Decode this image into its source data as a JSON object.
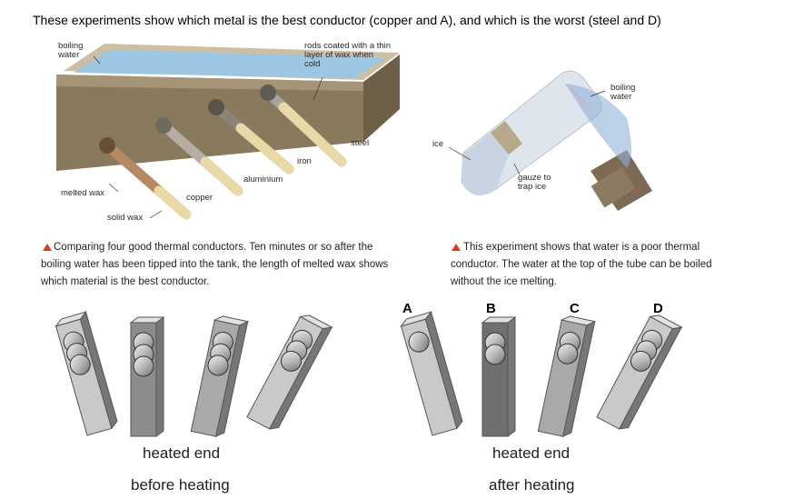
{
  "heading": "These experiments show which metal is the best conductor (copper and A), and which is the worst (steel and D)",
  "tank": {
    "labels": {
      "boiling_water": "boiling water",
      "rods_coated": "rods coated with a thin layer of wax when cold",
      "steel": "steel",
      "iron": "iron",
      "aluminium": "aluminium",
      "copper": "copper",
      "melted_wax": "melted wax",
      "solid_wax": "solid wax"
    },
    "caption": "Comparing four good thermal conductors. Ten minutes or so after the boiling water has been tipped into the tank, the length of melted wax shows which material is the best conductor."
  },
  "tube": {
    "labels": {
      "ice": "ice",
      "boiling_water": "boiling water",
      "gauze": "gauze to trap ice"
    },
    "caption": "This experiment shows that water is a poor thermal conductor. The water at the top of the tube can be boiled without the ice melting."
  },
  "rods": {
    "letters": [
      "A",
      "B",
      "C",
      "D"
    ],
    "heated_end_left": "heated end",
    "heated_end_right": "heated end",
    "before": "before heating",
    "after": "after heating"
  },
  "colors": {
    "caption_triangle": "#e03a1e",
    "water": "#9cc7e2",
    "flame": "#8fb0d8"
  }
}
